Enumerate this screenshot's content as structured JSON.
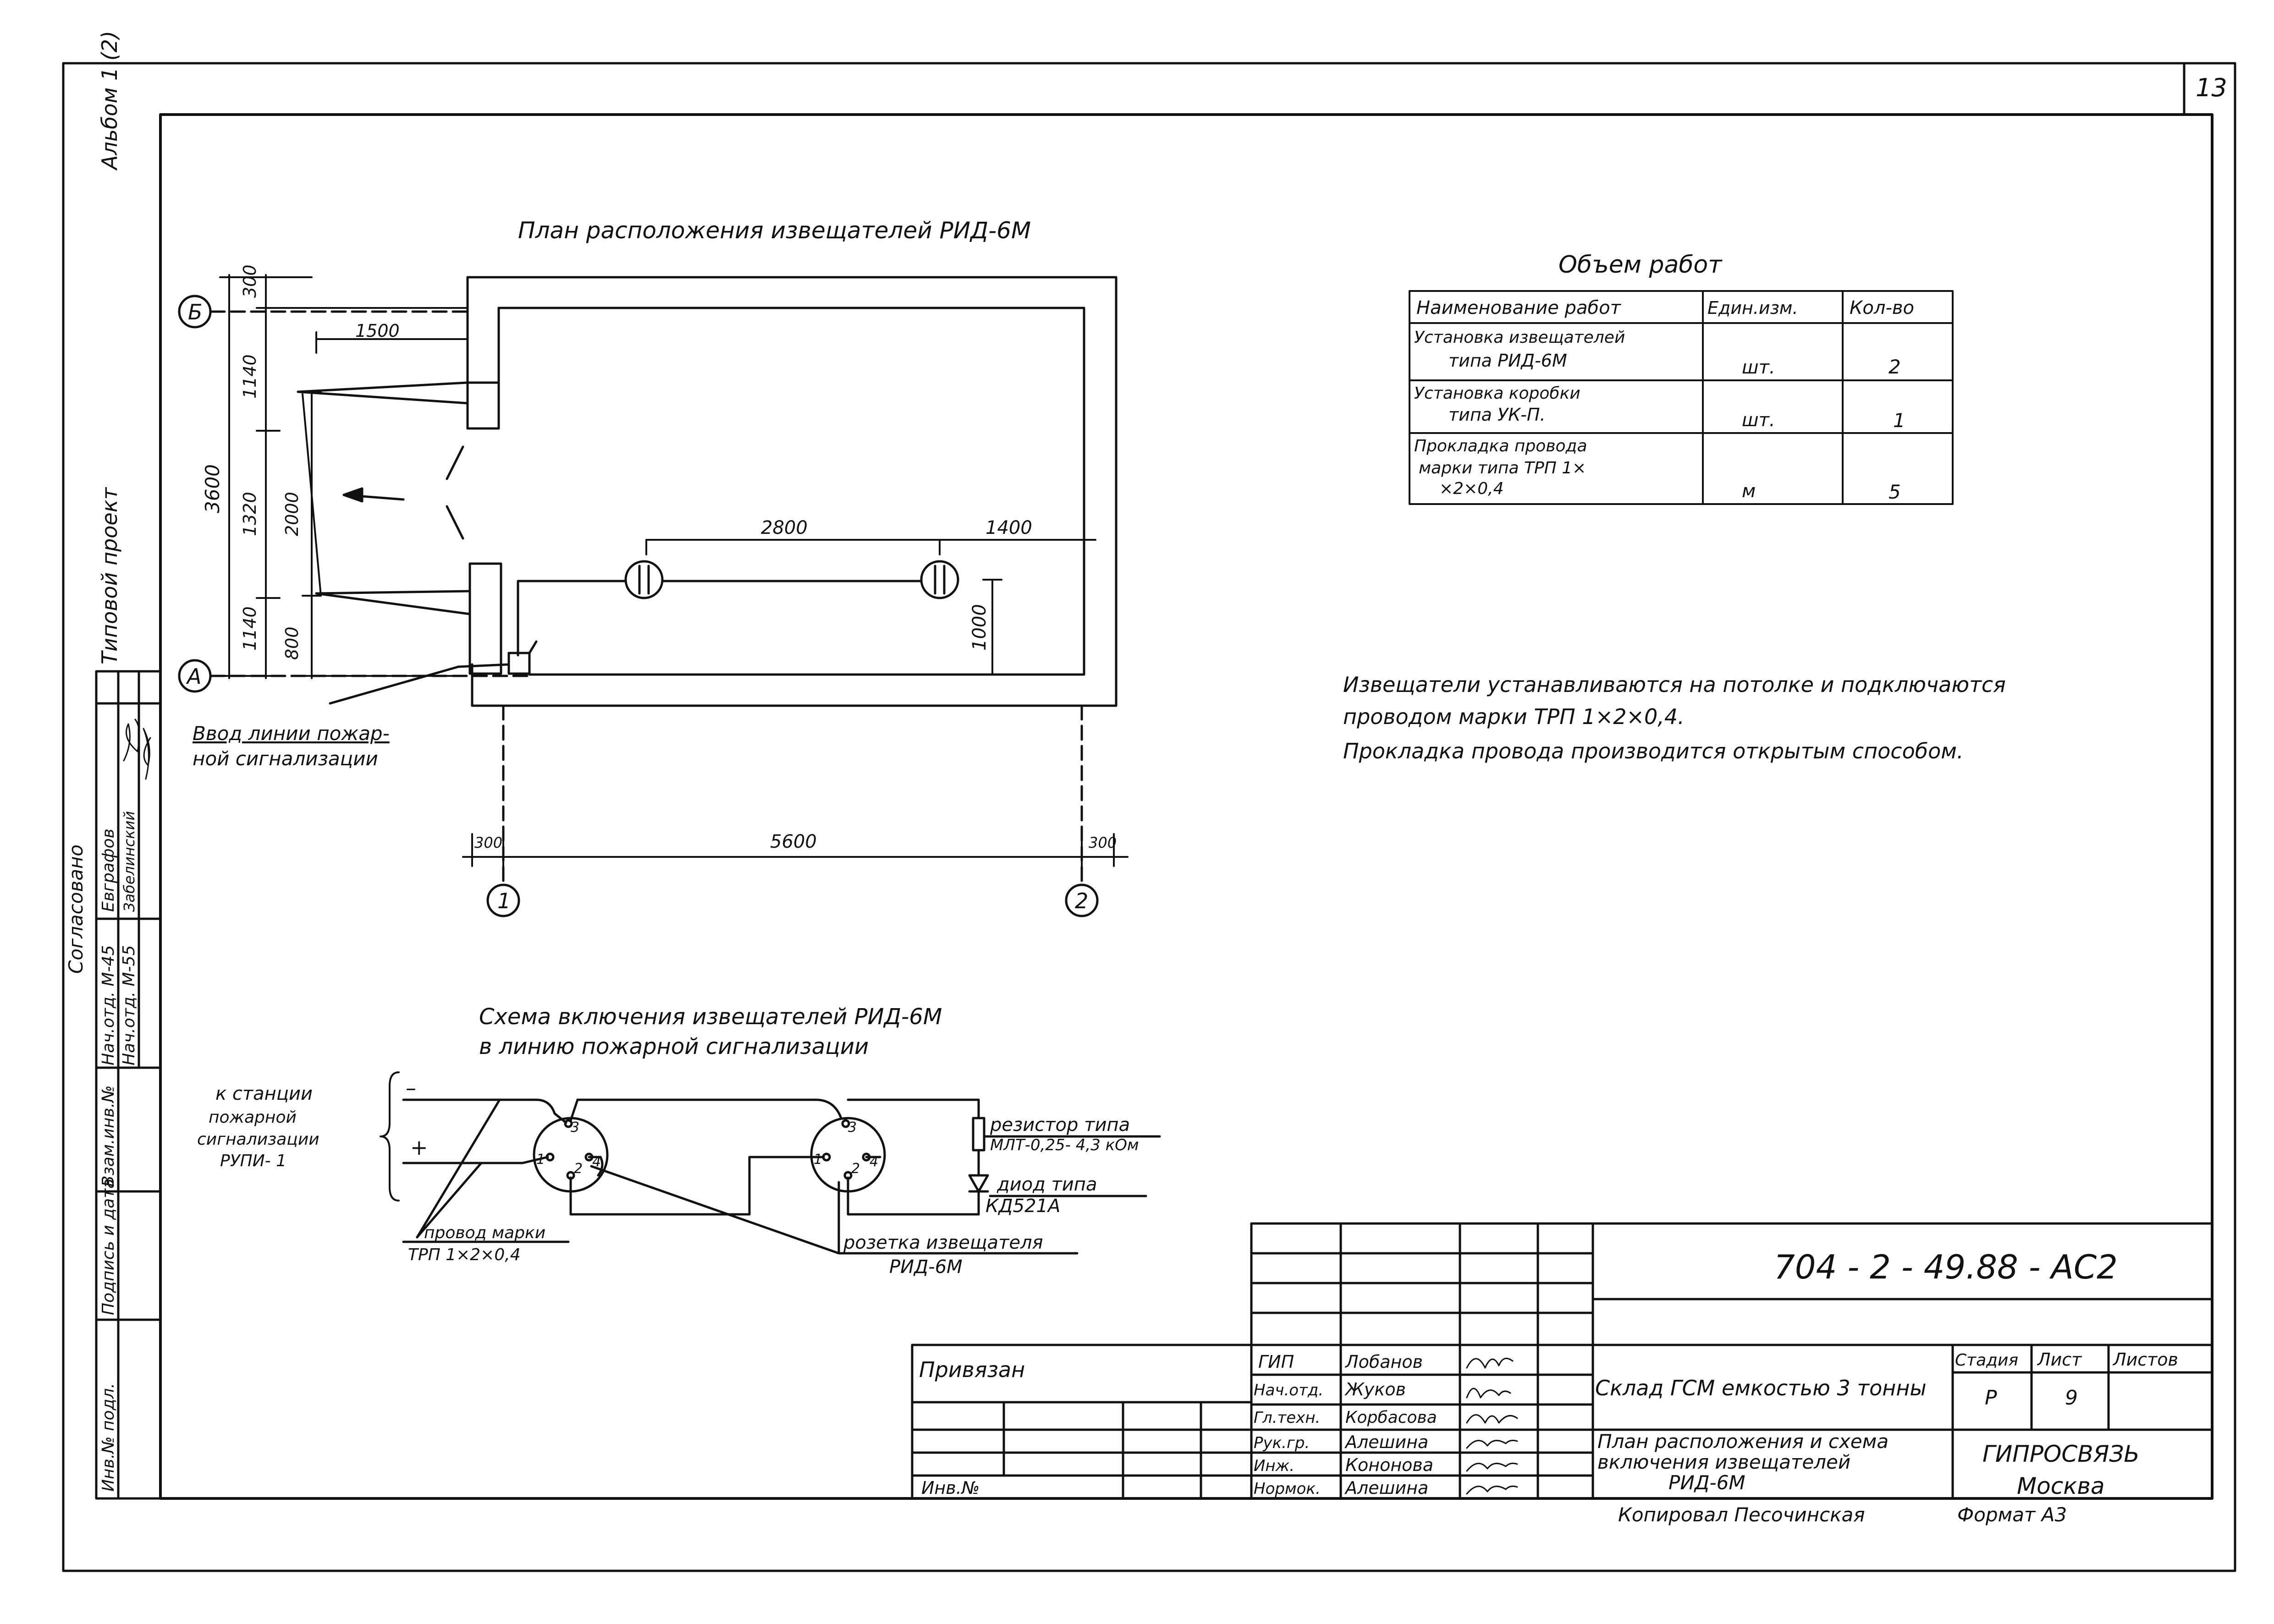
{
  "sheet": {
    "page_number": "13",
    "album_label": "Альбом 1 (2)",
    "project_type": "Типовой проект"
  },
  "plan": {
    "title": "План расположения извещателей РИД-6М",
    "axis_b": "Б",
    "axis_a": "А",
    "axis_1": "1",
    "axis_2": "2",
    "dims": {
      "d300_top": "300",
      "d1140_top": "1140",
      "d3600": "3600",
      "d1320": "1320",
      "d1140_bot": "1140",
      "d1500": "1500",
      "d2000": "2000",
      "d800": "800",
      "d2800": "2800",
      "d1400": "1400",
      "d1000": "1000",
      "d300_left": "300",
      "d5600": "5600",
      "d300_right": "300"
    },
    "entry_note_1": "Ввод линии пожар-",
    "entry_note_2": "ной сигнализации"
  },
  "works": {
    "title": "Объем работ",
    "headers": [
      "Наименование работ",
      "Един.изм.",
      "Кол-во"
    ],
    "rows": [
      {
        "name_1": "Установка извещателей",
        "name_2": "типа РИД-6М",
        "unit": "шт.",
        "qty": "2"
      },
      {
        "name_1": "Установка коробки",
        "name_2": "типа УК-П.",
        "unit": "шт.",
        "qty": "1"
      },
      {
        "name_1": "Прокладка провода",
        "name_2": "марки типа ТРП 1×",
        "name_3": "×2×0,4",
        "unit": "м",
        "qty": "5"
      }
    ]
  },
  "notes": {
    "line_1": "Извещатели устанавливаются на потолке и подключаются",
    "line_2": "проводом марки ТРП 1×2×0,4.",
    "line_3": "Прокладка провода производится открытым способом."
  },
  "schema": {
    "title_1": "Схема включения извещателей РИД-6М",
    "title_2": "в линию пожарной сигнализации",
    "station_1": "к станции",
    "station_2": "пожарной",
    "station_3": "сигнализации",
    "station_4": "РУПИ- 1",
    "minus": "–",
    "plus": "+",
    "wire_1": "провод марки",
    "wire_2": "ТРП 1×2×0,4",
    "resistor_1": "резистор типа",
    "resistor_2": "МЛТ-0,25- 4,3 кОм",
    "diode_1": "диод типа",
    "diode_2": "КД521А",
    "socket_1": "розетка извещателя",
    "socket_2": "РИД-6М",
    "pin_1": "1",
    "pin_2": "2",
    "pin_3": "3",
    "pin_4": "4"
  },
  "side_stamp": {
    "agreed": "Согласовано",
    "row1_role": "Нач.отд. М-45",
    "row1_name": "Евграфов",
    "row2_role": "Нач.отд. М-55",
    "row2_name": "Забелинский",
    "inv_orig": "Инв.№ подл.",
    "sign_date": "Подпись и дата",
    "inv_repl": "Взам.инв.№"
  },
  "title_block": {
    "code": "704 - 2 - 49.88 - АС2",
    "bound": "Привязан",
    "inv_no": "Инв.№",
    "roles": [
      "ГИП",
      "Нач.отд.",
      "Гл.техн.",
      "Рук.гр.",
      "Инж.",
      "Нормок."
    ],
    "names": [
      "Лобанов",
      "Жуков",
      "Корбасова",
      "Алешина",
      "Кононова",
      "Алешина"
    ],
    "object": "Склад ГСМ емкостью 3 тонны",
    "sheet_title_1": "План расположения и схема",
    "sheet_title_2": "включения извещателей",
    "sheet_title_3": "РИД-6М",
    "stage_hdr": "Стадия",
    "sheet_hdr": "Лист",
    "sheets_hdr": "Листов",
    "stage": "Р",
    "sheet": "9",
    "org": "ГИПРОСВЯЗЬ",
    "city": "Москва",
    "copied": "Копировал Песочинская",
    "format": "Формат А3"
  }
}
